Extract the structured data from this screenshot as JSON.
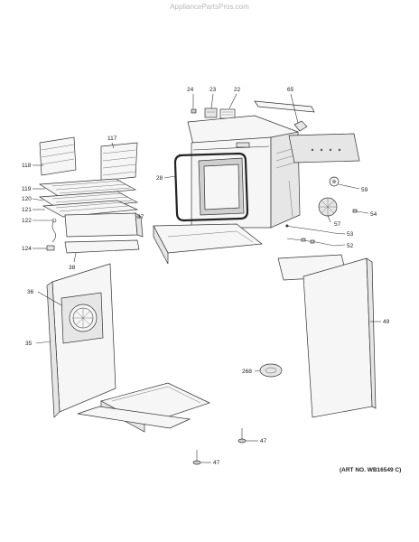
{
  "watermark": "AppliancePartsPros.com",
  "art_number": "(ART NO. WB16549 C)",
  "callouts": {
    "c24": "24",
    "c23": "23",
    "c22": "22",
    "c65": "65",
    "c117": "117",
    "c118": "118",
    "c119": "119",
    "c120": "120",
    "c121": "121",
    "c122": "122",
    "c124": "124",
    "c37": "37",
    "c38": "38",
    "c28": "28",
    "c59": "59",
    "c54": "54",
    "c57": "57",
    "c53": "53",
    "c52": "52",
    "c36": "36",
    "c35": "35",
    "c49": "49",
    "c268": "268",
    "c47a": "47",
    "c47b": "47"
  }
}
